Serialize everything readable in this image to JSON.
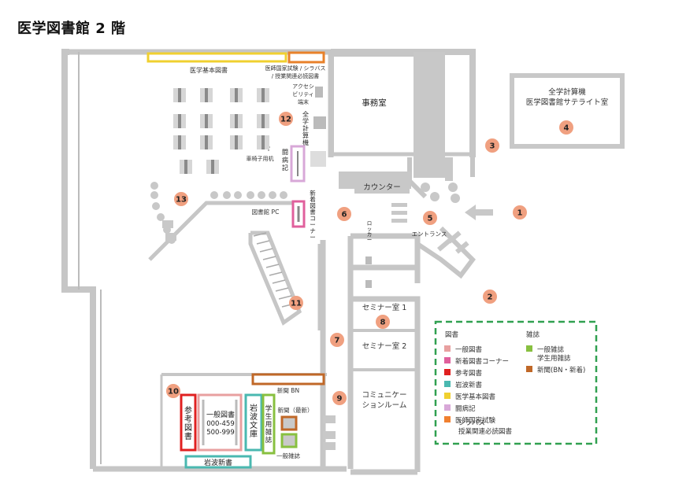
{
  "page": {
    "title": "医学図書館 2 階"
  },
  "rooms": {
    "office": "事務室",
    "computer_room_line1": "全学計算機",
    "computer_room_line2": "医学図書館サテライト室",
    "counter": "カウンター",
    "seminar1": "セミナー室 1",
    "seminar2": "セミナー室 2",
    "community_line1": "コミュニケー",
    "community_line2": "ションルーム"
  },
  "labels": {
    "basic_books": "医学基本図書",
    "exam_line1": "医師国家試験 / シラバス",
    "exam_line2": "/ 授業関連必読図書",
    "access_line1": "アクセシ",
    "access_line2": "ビリティ",
    "access_line3": "端末",
    "campus_pc": [
      "全",
      "学",
      "計",
      "算",
      "機"
    ],
    "wheelchair": "車椅子用机",
    "illness_record": [
      "闘",
      "病",
      "記"
    ],
    "library_pc": "図書館 PC",
    "new_books_corner": [
      "新",
      "着",
      "図",
      "書",
      "コ",
      "ー",
      "ナ",
      "ー"
    ],
    "locker": [
      "ロ",
      "ッ",
      "カ",
      "ー"
    ],
    "entrance": "エントランス",
    "newspaper_bn": "新聞 BN",
    "reference": [
      "参",
      "考",
      "図",
      "書"
    ],
    "general_books": "一般図書",
    "range1": "000-459",
    "range2": "500-999",
    "iwanami_bunko": [
      "岩",
      "波",
      "文",
      "庫"
    ],
    "student_magazines": [
      "学",
      "生",
      "用",
      "雑",
      "誌"
    ],
    "newspaper_latest": "新聞（最新）",
    "general_magazines": "一般雑誌",
    "iwanami_shinsho": "岩波新書"
  },
  "markers": [
    "1",
    "2",
    "3",
    "4",
    "5",
    "6",
    "7",
    "8",
    "9",
    "10",
    "11",
    "12",
    "13"
  ],
  "legend": {
    "books_heading": "図書",
    "magazines_heading": "雑誌",
    "items": [
      {
        "label": "一般図書",
        "color": "#e8a0a0"
      },
      {
        "label": "新着図書コーナー",
        "color": "#e0609c"
      },
      {
        "label": "参考図書",
        "color": "#e02020"
      },
      {
        "label": "岩波新書",
        "color": "#4ab8b0"
      },
      {
        "label": "医学基本図書",
        "color": "#f0d030"
      },
      {
        "label": "闘病記",
        "color": "#d8a8d8"
      },
      {
        "label": "医師国家試験",
        "color": "#f08030"
      }
    ],
    "exam_extra1": "シラバス",
    "exam_extra2": "授業関連必読図書",
    "mag_items": [
      {
        "label": "一般雑誌",
        "color": "#88c040"
      },
      {
        "label": "学生用雑誌",
        "color": ""
      },
      {
        "label": "新聞(BN・新着)",
        "color": "#c06828"
      }
    ]
  },
  "colors": {
    "wall": "#c8c8c8",
    "marker": "#f0a080",
    "legend_border": "#30a050"
  }
}
